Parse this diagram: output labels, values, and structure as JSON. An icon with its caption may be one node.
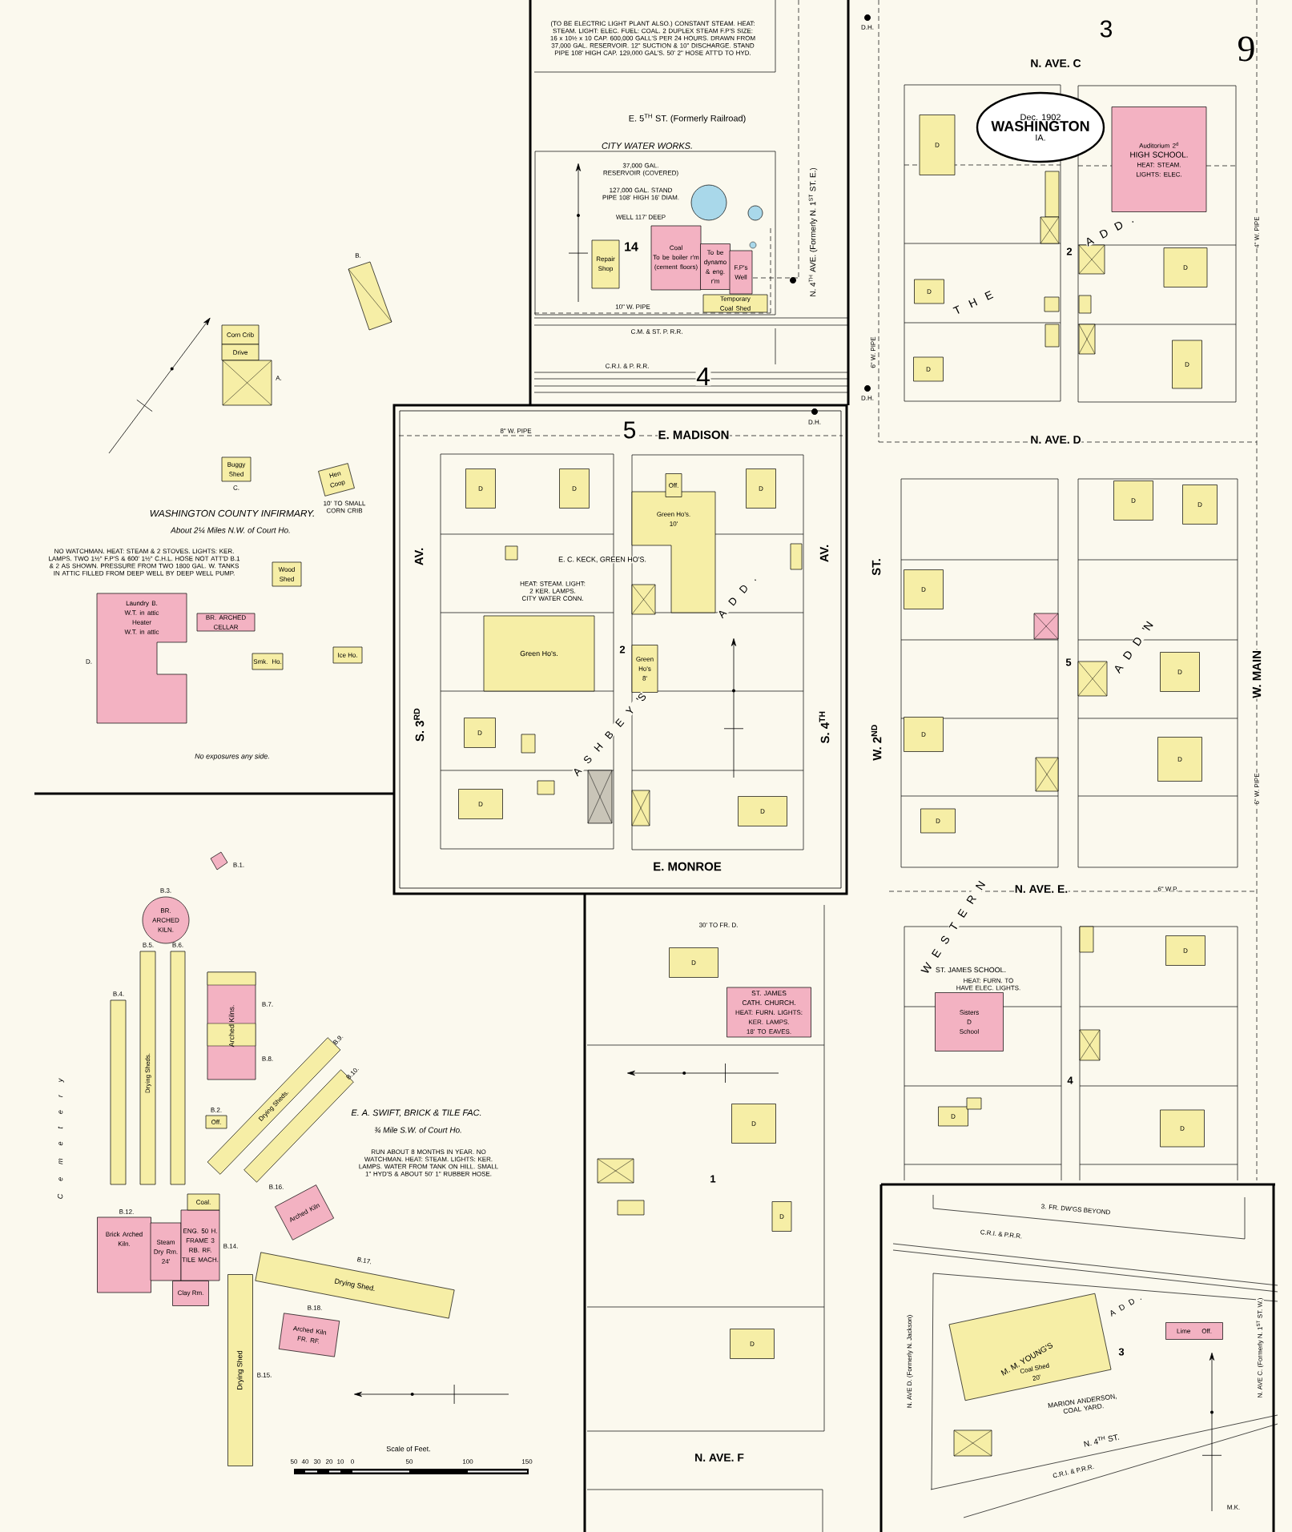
{
  "diagram": {
    "nodes": [
      {
        "text": [
          "Dec. 1902",
          "WASHINGTON",
          "IA."
        ]
      },
      {
        "text": [
          "Coal",
          "To be boiler r'm (cement floors)"
        ]
      },
      {
        "text": [
          "To be dynamo & eng. r'm"
        ]
      },
      {
        "text": [
          "F.P's",
          "Well"
        ]
      },
      {
        "text": [
          "Repair Shop"
        ]
      },
      {
        "text": [
          "Temporary Coal Shed"
        ]
      },
      {
        "text": [
          "Auditorium 2$^{d}$",
          "HIGH SCHOOL.",
          "HEAT: STEAM. LIGHTS: ELEC."
        ]
      },
      {
        "text": [
          "Corn Crib"
        ]
      },
      {
        "text": [
          "Drive"
        ]
      },
      {
        "text": [
          "Buggy Shed"
        ]
      },
      {
        "text": [
          "Hen Coop"
        ]
      },
      {
        "text": [
          "Wood Shed"
        ]
      },
      {
        "text": [
          "Laundry B.",
          "W.T. in attic",
          "Heater",
          "W.T. in attic"
        ]
      },
      {
        "text": [
          "BR. ARCHED CELLAR"
        ]
      },
      {
        "text": [
          "Smk. Ho."
        ]
      },
      {
        "text": [
          "Ice Ho."
        ]
      },
      {
        "text": [
          "Green Ho's."
        ]
      },
      {
        "text": [
          "Green Ho's.",
          "10'"
        ]
      },
      {
        "text": [
          "Off."
        ]
      },
      {
        "text": [
          "Green Ho's",
          "8'"
        ]
      },
      {
        "text": [
          "ST. JAMES CATH. CHURCH.",
          "HEAT: FURN. LIGHTS: KER. LAMPS. 18' TO EAVES."
        ]
      },
      {
        "text": [
          "Sisters",
          "D",
          "School"
        ]
      },
      {
        "text": [
          "BR. ARCHED KILN."
        ]
      },
      {
        "text": [
          "Arched Kilns."
        ]
      },
      {
        "text": [
          "Off."
        ]
      },
      {
        "text": [
          "Brick Arched Kiln."
        ]
      },
      {
        "text": [
          "Steam Dry Rm.",
          "24'"
        ]
      },
      {
        "text": [
          "ENG. 50 H.",
          "FRAME 3 RB. RF.",
          "TILE MACH."
        ]
      },
      {
        "text": [
          "Coal."
        ]
      },
      {
        "text": [
          "Clay Rm."
        ]
      },
      {
        "text": [
          "Arched Kiln"
        ]
      },
      {
        "text": [
          "Drying Shed."
        ]
      },
      {
        "text": [
          "Arched Kiln",
          "FR. RF."
        ]
      },
      {
        "text": [
          "Drying Shed"
        ]
      },
      {
        "text": [
          "Coal Shed",
          "20'"
        ]
      },
      {
        "text": [
          "Lime",
          "Off."
        ]
      },
      {
        "text": [
          "D"
        ]
      },
      {
        "text": [
          "D"
        ]
      },
      {
        "text": [
          "D"
        ]
      },
      {
        "text": [
          "D"
        ]
      },
      {
        "text": [
          "D"
        ]
      },
      {
        "text": [
          "D"
        ]
      },
      {
        "text": [
          "D"
        ]
      },
      {
        "text": [
          "D"
        ]
      },
      {
        "text": [
          "D"
        ]
      },
      {
        "text": [
          "D"
        ]
      },
      {
        "text": [
          "D"
        ]
      },
      {
        "text": [
          "D"
        ]
      },
      {
        "text": [
          "D"
        ]
      },
      {
        "text": [
          "D"
        ]
      },
      {
        "text": [
          "D"
        ]
      },
      {
        "text": [
          "D"
        ]
      },
      {
        "text": [
          "D"
        ]
      },
      {
        "text": [
          "D"
        ]
      },
      {
        "text": [
          "D"
        ]
      },
      {
        "text": [
          "D"
        ]
      },
      {
        "text": [
          "D"
        ]
      },
      {
        "text": [
          "D"
        ]
      },
      {
        "text": [
          "D"
        ]
      },
      {
        "text": [
          "D"
        ]
      },
      {
        "text": [
          "D"
        ]
      },
      {
        "text": [],
        "shape": "box"
      },
      {
        "text": [],
        "shape": "box"
      },
      {
        "text": [],
        "shape": "box"
      },
      {
        "text": [],
        "shape": "box"
      },
      {
        "text": [],
        "shape": "box"
      },
      {
        "text": [],
        "shape": "box"
      },
      {
        "text": [],
        "shape": "box"
      },
      {
        "text": [],
        "shape": "box"
      },
      {
        "text": [],
        "shape": "box"
      },
      {
        "text": [],
        "shape": "box"
      },
      {
        "text": [],
        "shape": "box"
      },
      {
        "text": [],
        "shape": "box"
      },
      {
        "text": [],
        "shape": "box"
      },
      {
        "text": [],
        "shape": "box"
      },
      {
        "text": [],
        "shape": "box"
      },
      {
        "text": [],
        "shape": "box"
      },
      {
        "text": [],
        "shape": "box"
      },
      {
        "text": [],
        "shape": "box"
      },
      {
        "text": [],
        "shape": "box"
      },
      {
        "text": [],
        "shape": "box"
      },
      {
        "text": [],
        "shape": "box"
      },
      {
        "text": [],
        "shape": "box"
      },
      {
        "text": [],
        "shape": "box"
      },
      {
        "text": [],
        "shape": "box"
      },
      {
        "text": [],
        "shape": "box"
      },
      {
        "text": [],
        "shape": "box"
      },
      {
        "text": [],
        "shape": "box"
      },
      {
        "text": [],
        "shape": "box"
      },
      {
        "text": [],
        "shape": "box"
      },
      {
        "text": [],
        "shape": "box"
      },
      {
        "text": [],
        "shape": "box"
      },
      {
        "text": [],
        "shape": "circle"
      },
      {
        "text": [],
        "shape": "circle"
      }
    ],
    "labels": [
      "E. 5$^{TH}$ ST. (Formerly Railroad)",
      "CITY WATER WORKS.",
      "(TO BE ELECTRIC LIGHT PLANT ALSO.) CONSTANT STEAM. HEAT: STEAM. LIGHT: ELEC. FUEL: COAL. 2 DUPLEX STEAM F.P'S SIZE: 16 x 10½ x 10 CAP. 600,000 GALL'S PER 24 HOURS. DRAWN FROM 37,000 GAL. RESERVOIR. 12\" SUCTION & 10\" DISCHARGE. STAND PIPE 108' HIGH CAP. 129,000 GAL'S. 50' 2\" HOSE ATT'D TO HYD.",
      "37,000 GAL. RESERVOIR (COVERED)",
      "127,000 GAL. STAND PIPE 108' HIGH 16' DIAM.",
      "WELL 117' DEEP",
      "14",
      "10\" W. PIPE",
      "C.M. & ST. P. R.R.",
      "C.R.I. & P. R.R.",
      "4",
      "N. 4$^{TH}$ AVE. (Formerly N. 1$^{ST}$ ST. E.)",
      "D.H.",
      "3",
      "9",
      "N. AVE. C",
      "2",
      "T H E",
      "A D D .",
      "6\" W. PIPE",
      "4\" W. PIPE",
      "D.H.",
      "N. AVE. D",
      "WASHINGTON COUNTY INFIRMARY.",
      "About 2¼ Miles N.W. of Court Ho.",
      "NO WATCHMAN. HEAT: STEAM & 2 STOVES. LIGHTS: KER. LAMPS. TWO 1½\" F.P'S & 600' 1½\" C.H.L. HOSE NOT ATT'D B.1 & 2 AS SHOWN. PRESSURE FROM TWO 1800 GAL. W. TANKS IN ATTIC FILLED FROM DEEP WELL BY DEEP WELL PUMP.",
      "10' TO SMALL CORN CRIB",
      "A.",
      "C.",
      "B.",
      "No exposures any side.",
      "8\" W. PIPE",
      "5",
      "E. MADISON",
      "D.H.",
      "AV.",
      "S. 3$^{RD}$",
      "AV.",
      "S. 4$^{TH}$",
      "E. C. KECK, GREEN HO'S.",
      "HEAT: STEAM. LIGHT: 2 KER. LAMPS. CITY WATER CONN.",
      "2",
      "A S H B E Y 'S",
      "A D D .",
      "E. MONROE",
      "ST.",
      "W. 2$^{ND}$",
      "W. MAIN",
      "6\" W. PIPE",
      "5",
      "A D D 'N",
      "W E S T E R N",
      "N. AVE. E.",
      "6\" W.P.",
      "30' TO FR. D.",
      "1",
      "ST. JAMES SCHOOL.",
      "HEAT: FURN. TO HAVE ELEC. LIGHTS.",
      "4",
      "N. AVE. F",
      "E. A. SWIFT, BRICK & TILE FAC.",
      "¾ Mile S.W. of Court Ho.",
      "RUN ABOUT 8 MONTHS IN YEAR. NO WATCHMAN. HEAT: STEAM. LIGHTS: KER. LAMPS. WATER FROM TANK ON HILL. SMALL 1\" HYD'S & ABOUT 50' 1\" RUBBER HOSE.",
      "C e m e t e r y",
      "B.1.",
      "B.3.",
      "B.4.",
      "B.5.",
      "B.6.",
      "B.7.",
      "B.8.",
      "B.2.",
      "B.9.",
      "B.10.",
      "B.12.",
      "B.14.",
      "B.16.",
      "B.17.",
      "B.18.",
      "B.15.",
      "Drying Sheds.",
      "Drying Sheds.",
      "Scale of Feet.",
      "50",
      "40",
      "30",
      "20",
      "10",
      "0",
      "50",
      "100",
      "150",
      "3. FR. DW'GS BEYOND",
      "C.R.I. & P.R.R.",
      "N. AVE D. (Formerly N. Jackson)",
      "M. M. YOUNG'S",
      "A D D .",
      "3",
      "MARION ANDERSON, COAL YARD.",
      "N. AVE C. (Formerly N. 1$^{ST}$ ST. W.)",
      "N. 4$^{TH}$ ST.",
      "C.R.I. & P.R.R.",
      "M.K.",
      "D."
    ]
  }
}
